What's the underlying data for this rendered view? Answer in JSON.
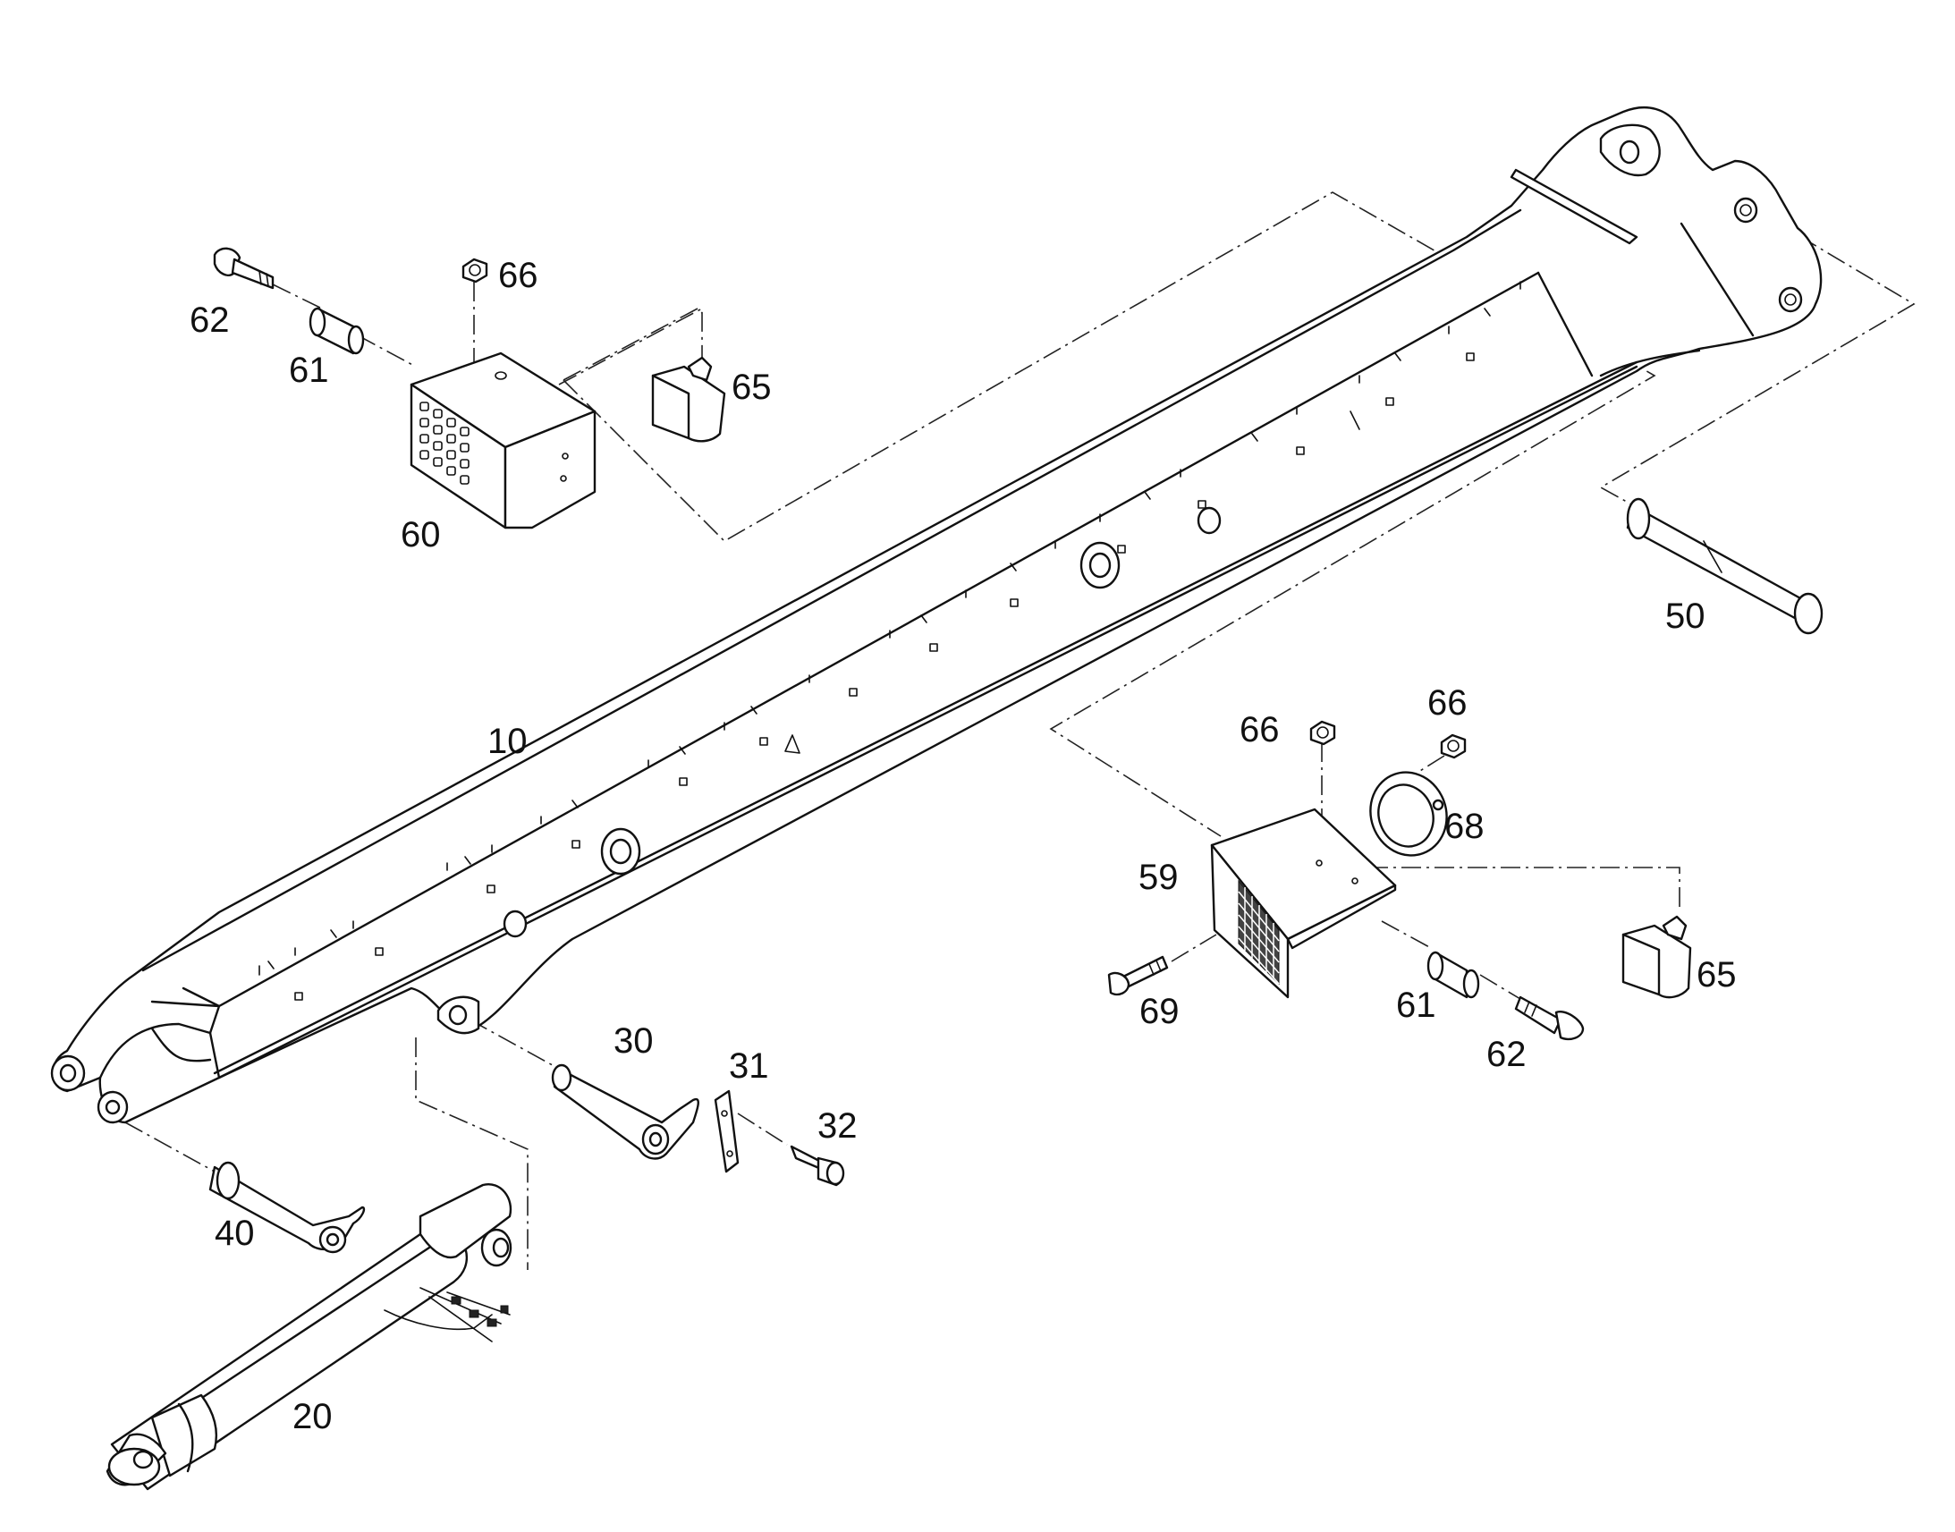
{
  "callouts": {
    "c10": "10",
    "c20": "20",
    "c30": "30",
    "c31": "31",
    "c32": "32",
    "c40": "40",
    "c50": "50",
    "c59": "59",
    "c60": "60",
    "c61a": "61",
    "c61b": "61",
    "c62a": "62",
    "c62b": "62",
    "c65a": "65",
    "c65b": "65",
    "c66a": "66",
    "c66b": "66",
    "c66c": "66",
    "c68": "68",
    "c69": "69"
  }
}
